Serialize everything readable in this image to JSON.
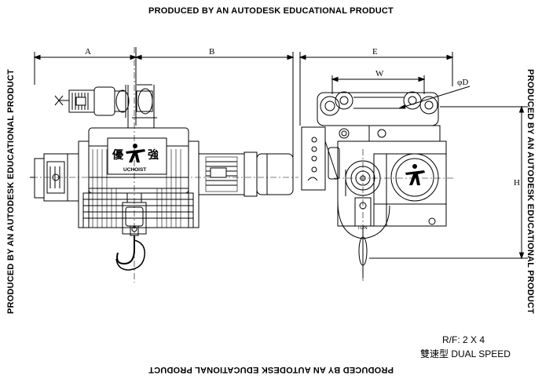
{
  "watermark": {
    "top": "PRODUCED BY AN AUTODESK EDUCATIONAL PRODUCT",
    "bottom": "PRODUCED BY AN AUTODESK EDUCATIONAL PRODUCT",
    "left": "PRODUCED BY AN AUTODESK EDUCATIONAL PRODUCT",
    "right": "PRODUCED BY AN AUTODESK EDUCATIONAL PRODUCT"
  },
  "dimensions": {
    "a": "A",
    "b": "B",
    "e": "E",
    "w": "W",
    "d": "φD",
    "h": "H"
  },
  "front_view": {
    "logo_char_left": "優",
    "logo_char_right": "強",
    "brand": "UCHOIST"
  },
  "side_view": {
    "plate_label": "TON"
  },
  "spec": {
    "rf": "R/F:  2 X 4",
    "speed": "雙速型 DUAL SPEED"
  }
}
